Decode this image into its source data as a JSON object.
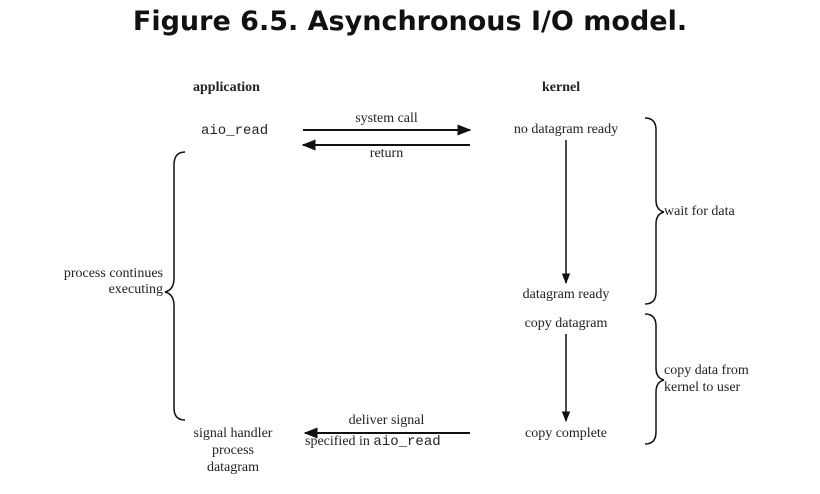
{
  "figure": {
    "title": "Figure 6.5. Asynchronous I/O model."
  },
  "columns": {
    "application": "application",
    "kernel": "kernel"
  },
  "application": {
    "aio_read": "aio_read",
    "process_continues_line1": "process continues",
    "process_continues_line2": "executing",
    "signal_handler_line1": "signal handler",
    "signal_handler_line2": "process",
    "signal_handler_line3": "datagram"
  },
  "arrows": {
    "system_call": "system call",
    "return": "return",
    "deliver_signal": "deliver signal",
    "specified_in": "specified in",
    "specified_in_code": "aio_read"
  },
  "kernel": {
    "no_datagram_ready": "no datagram ready",
    "datagram_ready": "datagram ready",
    "copy_datagram": "copy datagram",
    "copy_complete": "copy complete"
  },
  "phases": {
    "wait_for_data": "wait for data",
    "copy_data_line1": "copy data from",
    "copy_data_line2": "kernel to user"
  }
}
